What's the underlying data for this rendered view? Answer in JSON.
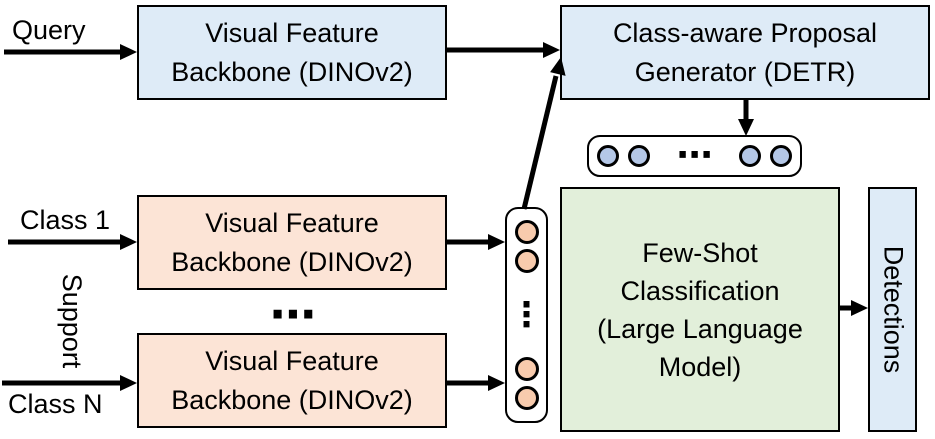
{
  "labels": {
    "query": "Query",
    "class_1": "Class 1",
    "class_n": "Class N",
    "support": "Support",
    "detections": "Detections"
  },
  "boxes": {
    "query_backbone": {
      "lines": [
        "Visual Feature",
        "Backbone (DINOv2)"
      ]
    },
    "proposal_generator": {
      "lines": [
        "Class-aware Proposal",
        "Generator (DETR)"
      ]
    },
    "support_backbone_1": {
      "lines": [
        "Visual Feature",
        "Backbone (DINOv2)"
      ]
    },
    "support_backbone_n": {
      "lines": [
        "Visual Feature",
        "Backbone (DINOv2)"
      ]
    },
    "few_shot_classifier": {
      "lines": [
        "Few-Shot",
        "Classification",
        "(Large Language",
        "Model)"
      ]
    }
  },
  "ellipsis": {
    "between_backbones": "⋯",
    "proposal_tokens": "⋯",
    "support_tokens": "⋮"
  },
  "tokens": {
    "proposal_circle_count": 4,
    "support_circle_count": 4
  },
  "colors": {
    "box_blue": "#deebf7",
    "box_orange": "#fce4d6",
    "box_green": "#e2efda",
    "token_blue": "#b4c7e7",
    "token_orange": "#f8cbad",
    "outline": "#000000",
    "background": "#ffffff"
  }
}
